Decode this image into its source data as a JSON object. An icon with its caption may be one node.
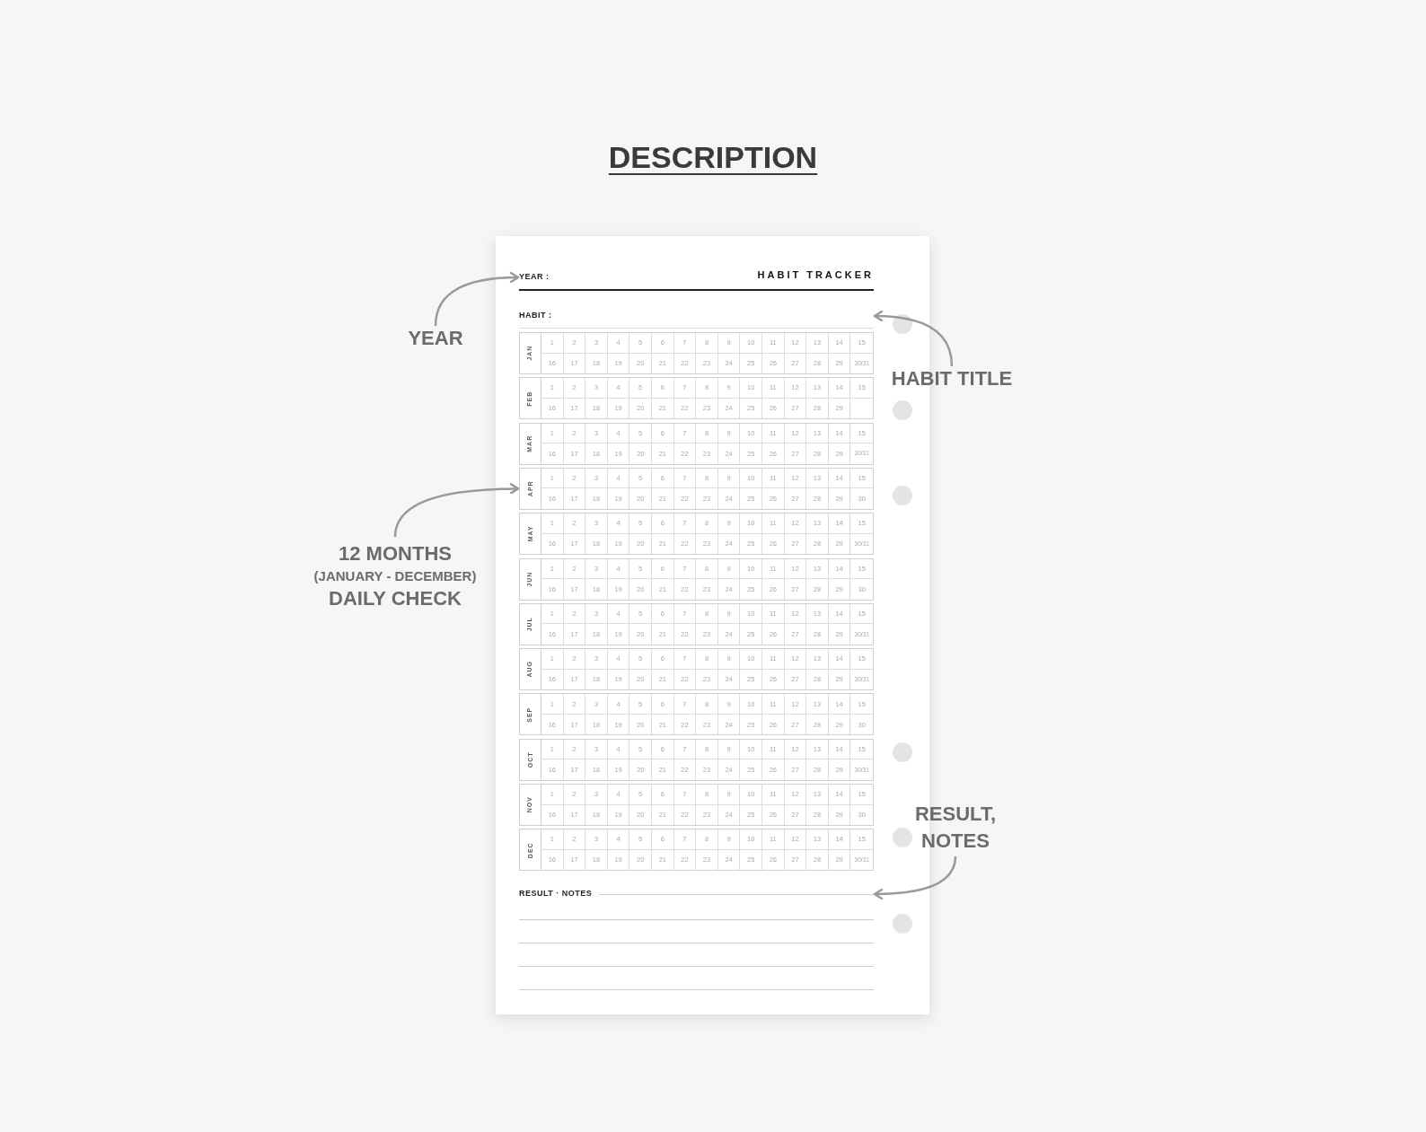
{
  "diagram": {
    "title": "DESCRIPTION",
    "nodes": [
      {
        "text": [],
        "shape": "box"
      },
      {
        "text": [
          "YEAR :"
        ],
        "in": 0
      },
      {
        "text": [
          "HABIT :"
        ],
        "in": 0
      },
      {
        "text": [
          "JAN",
          "1",
          "2",
          "3",
          "4",
          "5",
          "6",
          "7",
          "8",
          "9",
          "10",
          "11",
          "12",
          "13",
          "14",
          "15",
          "16",
          "17",
          "18",
          "19",
          "20",
          "21",
          "22",
          "23",
          "24",
          "25",
          "26",
          "27",
          "28",
          "29",
          "30/31"
        ],
        "in": 0
      },
      {
        "text": [
          "FEB",
          "1",
          "2",
          "3",
          "4",
          "5",
          "6",
          "7",
          "8",
          "9",
          "10",
          "11",
          "12",
          "13",
          "14",
          "15",
          "16",
          "17",
          "18",
          "19",
          "20",
          "21",
          "22",
          "23",
          "24",
          "25",
          "26",
          "27",
          "28",
          "29"
        ],
        "in": 0
      },
      {
        "text": [
          "MAR",
          "1",
          "2",
          "3",
          "4",
          "5",
          "6",
          "7",
          "8",
          "9",
          "10",
          "11",
          "12",
          "13",
          "14",
          "15",
          "16",
          "17",
          "18",
          "19",
          "20",
          "21",
          "22",
          "23",
          "24",
          "25",
          "26",
          "27",
          "28",
          "29",
          "30/31"
        ],
        "in": 0
      },
      {
        "text": [
          "APR",
          "1",
          "2",
          "3",
          "4",
          "5",
          "6",
          "7",
          "8",
          "9",
          "10",
          "11",
          "12",
          "13",
          "14",
          "15",
          "16",
          "17",
          "18",
          "19",
          "20",
          "21",
          "22",
          "23",
          "24",
          "25",
          "26",
          "27",
          "28",
          "29",
          "30"
        ],
        "in": 0
      },
      {
        "text": [
          "MAY",
          "1",
          "2",
          "3",
          "4",
          "5",
          "6",
          "7",
          "8",
          "9",
          "10",
          "11",
          "12",
          "13",
          "14",
          "15",
          "16",
          "17",
          "18",
          "19",
          "20",
          "21",
          "22",
          "23",
          "24",
          "25",
          "26",
          "27",
          "28",
          "29",
          "30/31"
        ],
        "in": 0
      },
      {
        "text": [
          "JUN",
          "1",
          "2",
          "3",
          "4",
          "5",
          "6",
          "7",
          "8",
          "9",
          "10",
          "11",
          "12",
          "13",
          "14",
          "15",
          "16",
          "17",
          "18",
          "19",
          "20",
          "21",
          "22",
          "23",
          "24",
          "25",
          "26",
          "27",
          "28",
          "29",
          "30"
        ],
        "in": 0
      },
      {
        "text": [
          "JUL",
          "1",
          "2",
          "3",
          "4",
          "5",
          "6",
          "7",
          "8",
          "9",
          "10",
          "11",
          "12",
          "13",
          "14",
          "15",
          "16",
          "17",
          "18",
          "19",
          "20",
          "21",
          "22",
          "23",
          "24",
          "25",
          "26",
          "27",
          "28",
          "29",
          "30/31"
        ],
        "in": 0
      },
      {
        "text": [
          "AUG",
          "1",
          "2",
          "3",
          "4",
          "5",
          "6",
          "7",
          "8",
          "9",
          "10",
          "11",
          "12",
          "13",
          "14",
          "15",
          "16",
          "17",
          "18",
          "19",
          "20",
          "21",
          "22",
          "23",
          "24",
          "25",
          "26",
          "27",
          "28",
          "29",
          "30/31"
        ],
        "in": 0
      },
      {
        "text": [
          "SEP",
          "1",
          "2",
          "3",
          "4",
          "5",
          "6",
          "7",
          "8",
          "9",
          "10",
          "11",
          "12",
          "13",
          "14",
          "15",
          "16",
          "17",
          "18",
          "19",
          "20",
          "21",
          "22",
          "23",
          "24",
          "25",
          "26",
          "27",
          "28",
          "29",
          "30"
        ],
        "in": 0
      },
      {
        "text": [
          "OCT",
          "1",
          "2",
          "3",
          "4",
          "5",
          "6",
          "7",
          "8",
          "9",
          "10",
          "11",
          "12",
          "13",
          "14",
          "15",
          "16",
          "17",
          "18",
          "19",
          "20",
          "21",
          "22",
          "23",
          "24",
          "25",
          "26",
          "27",
          "28",
          "29",
          "30/31"
        ],
        "in": 0
      },
      {
        "text": [
          "NOV",
          "1",
          "2",
          "3",
          "4",
          "5",
          "6",
          "7",
          "8",
          "9",
          "10",
          "11",
          "12",
          "13",
          "14",
          "15",
          "16",
          "17",
          "18",
          "19",
          "20",
          "21",
          "22",
          "23",
          "24",
          "25",
          "26",
          "27",
          "28",
          "29",
          "30"
        ],
        "in": 0
      },
      {
        "text": [
          "DEC",
          "1",
          "2",
          "3",
          "4",
          "5",
          "6",
          "7",
          "8",
          "9",
          "10",
          "11",
          "12",
          "13",
          "14",
          "15",
          "16",
          "17",
          "18",
          "19",
          "20",
          "21",
          "22",
          "23",
          "24",
          "25",
          "26",
          "27",
          "28",
          "29",
          "30/31"
        ],
        "in": 0
      },
      {
        "text": [
          "RESULT · NOTES"
        ],
        "in": 0
      },
      {
        "text": [
          "YEAR"
        ]
      },
      {
        "text": [
          "HABIT TITLE"
        ]
      },
      {
        "text": [
          "12 MONTHS",
          "(JANUARY - DECEMBER)",
          "DAILY CHECK"
        ]
      },
      {
        "text": [
          "RESULT, NOTES"
        ]
      }
    ],
    "edges": [
      {
        "from": 16,
        "to": 1,
        "arrow": "to"
      },
      {
        "from": 17,
        "to": 2,
        "arrow": "to"
      },
      {
        "from": 18,
        "to": 6,
        "arrow": "to"
      },
      {
        "from": 19,
        "to": 15,
        "arrow": "to"
      }
    ],
    "labels": [
      "HABIT TRACKER"
    ]
  }
}
